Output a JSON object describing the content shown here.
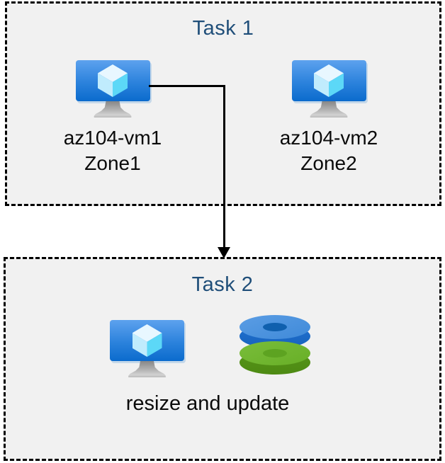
{
  "task1": {
    "title": "Task 1",
    "vms": [
      {
        "name": "az104-vm1",
        "zone": "Zone1"
      },
      {
        "name": "az104-vm2",
        "zone": "Zone2"
      }
    ]
  },
  "task2": {
    "title": "Task 2",
    "caption": "resize and update"
  },
  "connector": {
    "type": "elbow-arrow",
    "from": "az104-vm1",
    "to": "Task 2"
  },
  "colors": {
    "title_text": "#1f4e79",
    "label_text": "#0a0a0a",
    "box_fill": "#f1f1f1",
    "box_border": "#000000",
    "arrow": "#000000",
    "vm_screen_top": "#5da2ee",
    "vm_screen_bottom": "#0b6bcd",
    "cube_top": "#e8f7ff",
    "cube_left": "#c0ecfd",
    "cube_right": "#5cd8f7",
    "disk_blue_top": "#4a90dd",
    "disk_blue_side": "#1f6fd0",
    "disk_blue_hole": "#1060ae",
    "disk_green_top": "#6fb52f",
    "disk_green_side": "#569518",
    "disk_green_hole": "#5da321"
  }
}
